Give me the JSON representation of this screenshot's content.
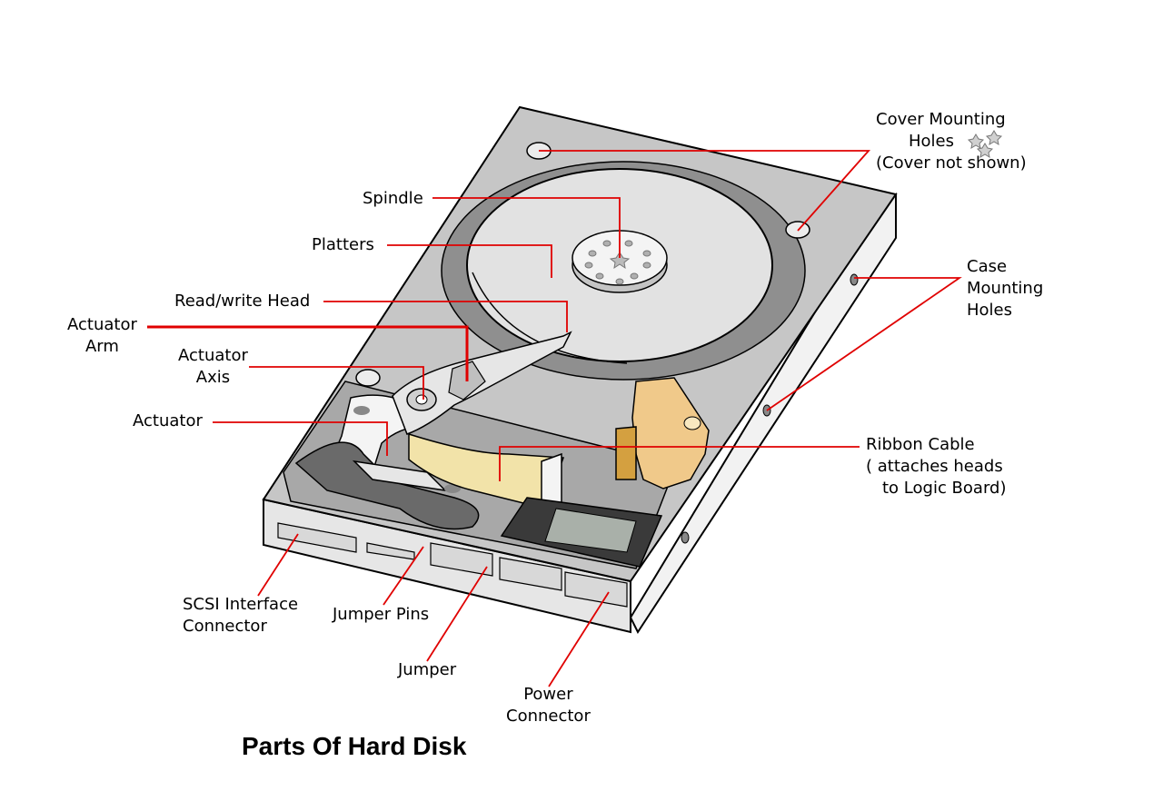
{
  "title": "Parts Of Hard Disk",
  "colors": {
    "leader": "#e00000",
    "outline": "#000000",
    "case_top": "#c8c8c8",
    "case_side": "#f0f0f0",
    "platter": "#e2e2e2",
    "recess": "#9a9a9a",
    "ribbon": "#f2e3a9",
    "bracket": "#e8c27a"
  },
  "labels": {
    "cover_mounting_holes": [
      "Cover Mounting",
      "Holes",
      "(Cover not shown)"
    ],
    "spindle": [
      "Spindle"
    ],
    "platters": [
      "Platters"
    ],
    "read_write_head": [
      "Read/write Head"
    ],
    "actuator_arm": [
      "Actuator",
      "Arm"
    ],
    "actuator_axis": [
      "Actuator",
      "Axis"
    ],
    "actuator": [
      "Actuator"
    ],
    "case_mounting_holes": [
      "Case",
      "Mounting",
      "Holes"
    ],
    "ribbon_cable": [
      "Ribbon Cable",
      "( attaches heads",
      "to Logic Board)"
    ],
    "scsi_interface_connector": [
      "SCSI Interface",
      "Connector"
    ],
    "jumper_pins": [
      "Jumper Pins"
    ],
    "jumper": [
      "Jumper"
    ],
    "power_connector": [
      "Power",
      "Connector"
    ]
  }
}
